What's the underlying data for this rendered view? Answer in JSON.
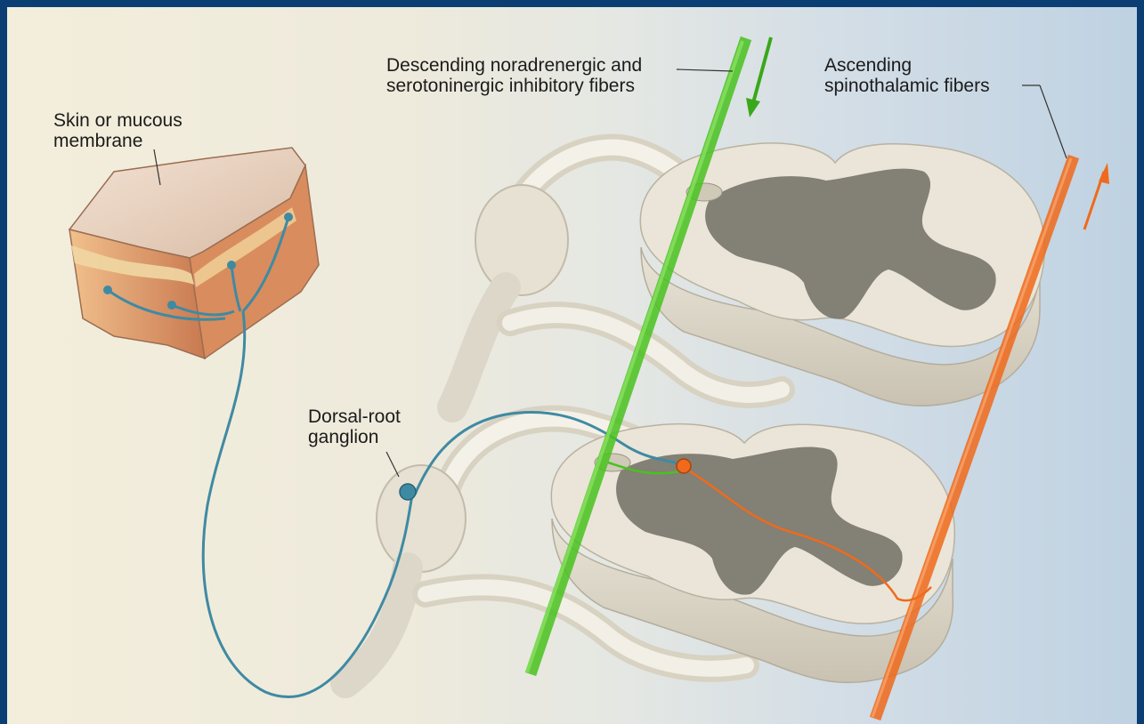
{
  "labels": {
    "skin": "Skin or mucous\nmembrane",
    "dorsal_root_ganglion": "Dorsal-root\nganglion",
    "descending": "Descending noradrenergic and\nserotoninergic inhibitory fibers",
    "ascending": "Ascending\nspinothalamic fibers"
  },
  "colors": {
    "background_border": "#0b3f73",
    "cord_white_matter": "#ebe6da",
    "cord_gray_matter": "#7a776d",
    "descending_fiber": "#49c21f",
    "ascending_fiber": "#ef6a1c",
    "sensory_neuron": "#3f8aa3",
    "skin": "#e3a36f"
  }
}
